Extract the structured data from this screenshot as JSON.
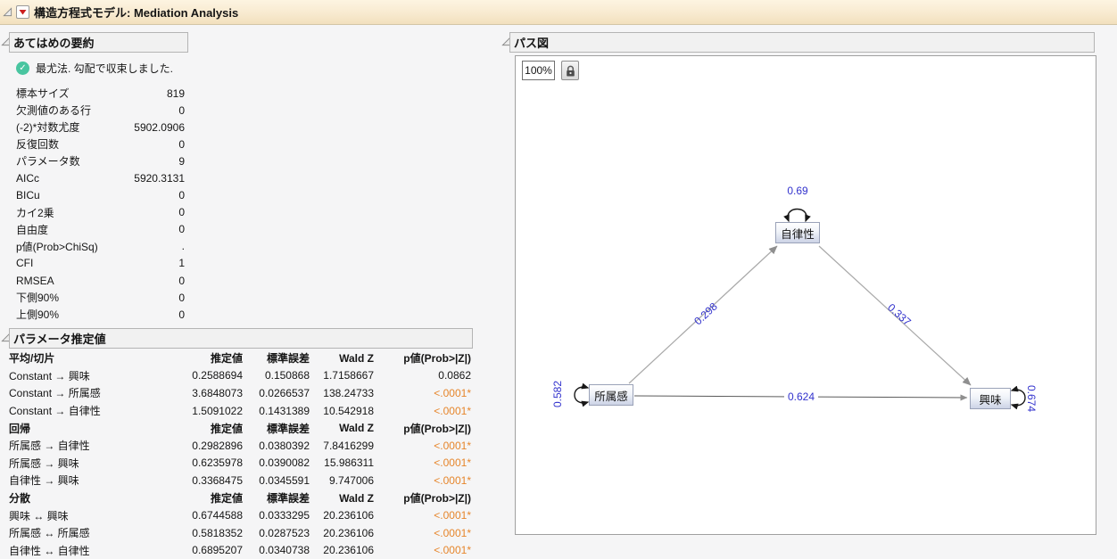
{
  "window": {
    "title": "構造方程式モデル: Mediation Analysis"
  },
  "icons": {
    "red_triangle_glyph": "▼",
    "check_glyph": "✓",
    "lock": "padlock"
  },
  "colors": {
    "accent_orange": "#e6862c",
    "path_label_blue": "#3232cd",
    "status_green": "#49c5a0",
    "red_triangle": "#cc2020",
    "titlebar_cream": "#f8ead0"
  },
  "fit_summary": {
    "title": "あてはめの要約",
    "status": "最尤法. 勾配で収束しました.",
    "rows": [
      {
        "label": "標本サイズ",
        "value": "819"
      },
      {
        "label": "欠測値のある行",
        "value": "0"
      },
      {
        "label": "(-2)*対数尤度",
        "value": "5902.0906"
      },
      {
        "label": "反復回数",
        "value": "0"
      },
      {
        "label": "パラメータ数",
        "value": "9"
      },
      {
        "label": "AICc",
        "value": "5920.3131"
      },
      {
        "label": "BICu",
        "value": "0"
      },
      {
        "label": "カイ2乗",
        "value": "0"
      },
      {
        "label": "自由度",
        "value": "0"
      },
      {
        "label": "p値(Prob>ChiSq)",
        "value": "."
      },
      {
        "label": "CFI",
        "value": "1"
      },
      {
        "label": "RMSEA",
        "value": "0"
      },
      {
        "label": "下側90%",
        "value": "0"
      },
      {
        "label": "上側90%",
        "value": "0"
      }
    ]
  },
  "estimates": {
    "title": "パラメータ推定値",
    "col_headers": [
      "推定値",
      "標準誤差",
      "Wald Z",
      "p値(Prob>|Z|)"
    ],
    "sections": [
      {
        "name": "平均/切片",
        "rows": [
          {
            "label": "Constant → 興味",
            "est": "0.2588694",
            "se": "0.150868",
            "z": "1.7158667",
            "p": "0.0862",
            "sig": false
          },
          {
            "label": "Constant → 所属感",
            "est": "3.6848073",
            "se": "0.0266537",
            "z": "138.24733",
            "p": "<.0001*",
            "sig": true
          },
          {
            "label": "Constant → 自律性",
            "est": "1.5091022",
            "se": "0.1431389",
            "z": "10.542918",
            "p": "<.0001*",
            "sig": true
          }
        ]
      },
      {
        "name": "回帰",
        "rows": [
          {
            "label": "所属感 → 自律性",
            "est": "0.2982896",
            "se": "0.0380392",
            "z": "7.8416299",
            "p": "<.0001*",
            "sig": true
          },
          {
            "label": "所属感 → 興味",
            "est": "0.6235978",
            "se": "0.0390082",
            "z": "15.986311",
            "p": "<.0001*",
            "sig": true
          },
          {
            "label": "自律性 → 興味",
            "est": "0.3368475",
            "se": "0.0345591",
            "z": "9.747006",
            "p": "<.0001*",
            "sig": true
          }
        ]
      },
      {
        "name": "分散",
        "rows": [
          {
            "label": "興味 ↔ 興味",
            "est": "0.6744588",
            "se": "0.0333295",
            "z": "20.236106",
            "p": "<.0001*",
            "sig": true
          },
          {
            "label": "所属感 ↔ 所属感",
            "est": "0.5818352",
            "se": "0.0287523",
            "z": "20.236106",
            "p": "<.0001*",
            "sig": true
          },
          {
            "label": "自律性 ↔ 自律性",
            "est": "0.6895207",
            "se": "0.0340738",
            "z": "20.236106",
            "p": "<.0001*",
            "sig": true
          }
        ]
      }
    ]
  },
  "path_diagram": {
    "title": "パス図",
    "zoom": "100%",
    "nodes": [
      {
        "label": "自律性",
        "variance": "0.69"
      },
      {
        "label": "所属感",
        "variance": "0.582"
      },
      {
        "label": "興味",
        "variance": "0.674"
      }
    ],
    "edges": [
      {
        "from": "所属感",
        "to": "自律性",
        "label": "0.298"
      },
      {
        "from": "自律性",
        "to": "興味",
        "label": "0.337"
      },
      {
        "from": "所属感",
        "to": "興味",
        "label": "0.624"
      }
    ]
  }
}
